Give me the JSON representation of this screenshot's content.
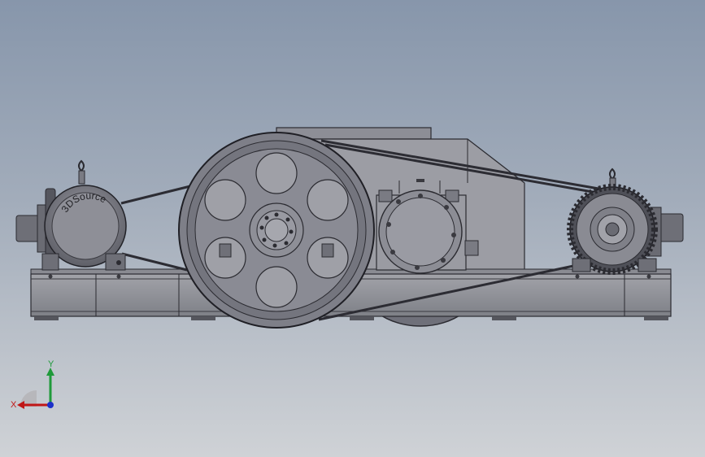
{
  "motor_left": {
    "label": "3DSource"
  },
  "triad": {
    "x_label": "X",
    "y_label": "Y"
  }
}
